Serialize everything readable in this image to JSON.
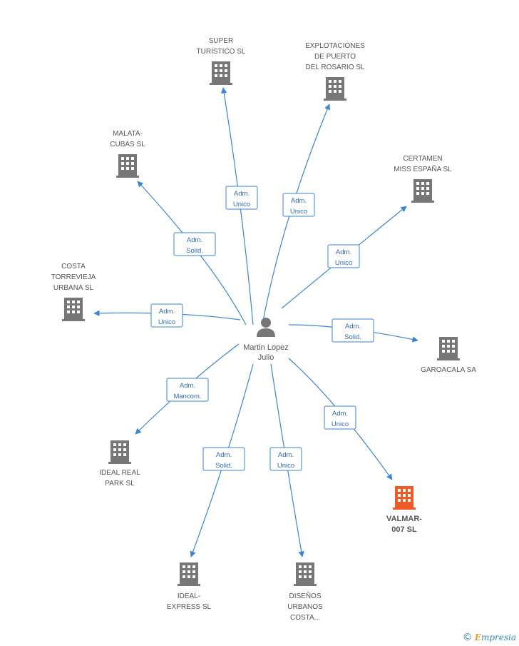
{
  "center": {
    "label_line1": "Martin Lopez",
    "label_line2": "Julio"
  },
  "companies": [
    {
      "id": "super-turistico",
      "lines": [
        "SUPER",
        "TURISTICO SL"
      ],
      "role": [
        "Adm.",
        "Unico"
      ]
    },
    {
      "id": "explotaciones-puerto",
      "lines": [
        "EXPLOTACIONES",
        "DE PUERTO",
        "DEL ROSARIO SL"
      ],
      "role": [
        "Adm.",
        "Unico"
      ]
    },
    {
      "id": "malata-cubas",
      "lines": [
        "MALATA-",
        "CUBAS SL"
      ],
      "role": [
        "Adm.",
        "Solid."
      ]
    },
    {
      "id": "certamen-miss",
      "lines": [
        "CERTAMEN",
        "MISS ESPAÑA SL"
      ],
      "role": [
        "Adm.",
        "Unico"
      ]
    },
    {
      "id": "costa-torrevieja",
      "lines": [
        "COSTA",
        "TORREVIEJA",
        "URBANA SL"
      ],
      "role": [
        "Adm.",
        "Unico"
      ]
    },
    {
      "id": "garoacala",
      "lines": [
        "GAROACALA SA"
      ],
      "role": [
        "Adm.",
        "Solid."
      ]
    },
    {
      "id": "ideal-real-park",
      "lines": [
        "IDEAL REAL",
        "PARK SL"
      ],
      "role": [
        "Adm.",
        "Mancom."
      ]
    },
    {
      "id": "valmar-007",
      "lines": [
        "VALMAR-",
        "007 SL"
      ],
      "role": [
        "Adm.",
        "Unico"
      ],
      "highlight": true
    },
    {
      "id": "ideal-express",
      "lines": [
        "IDEAL-",
        "EXPRESS SL"
      ],
      "role": [
        "Adm.",
        "Solid."
      ]
    },
    {
      "id": "disenos-urbanos",
      "lines": [
        "DISEÑOS",
        "URBANOS",
        "COSTA..."
      ],
      "role": [
        "Adm.",
        "Unico"
      ]
    }
  ],
  "colors": {
    "edge": "#3b86d4",
    "building": "#777777",
    "building_highlight": "#f05a28",
    "role_text": "#2f6db5"
  },
  "footer": {
    "copyright": "©",
    "brand_initial": "E",
    "brand_rest": "mpresia"
  }
}
